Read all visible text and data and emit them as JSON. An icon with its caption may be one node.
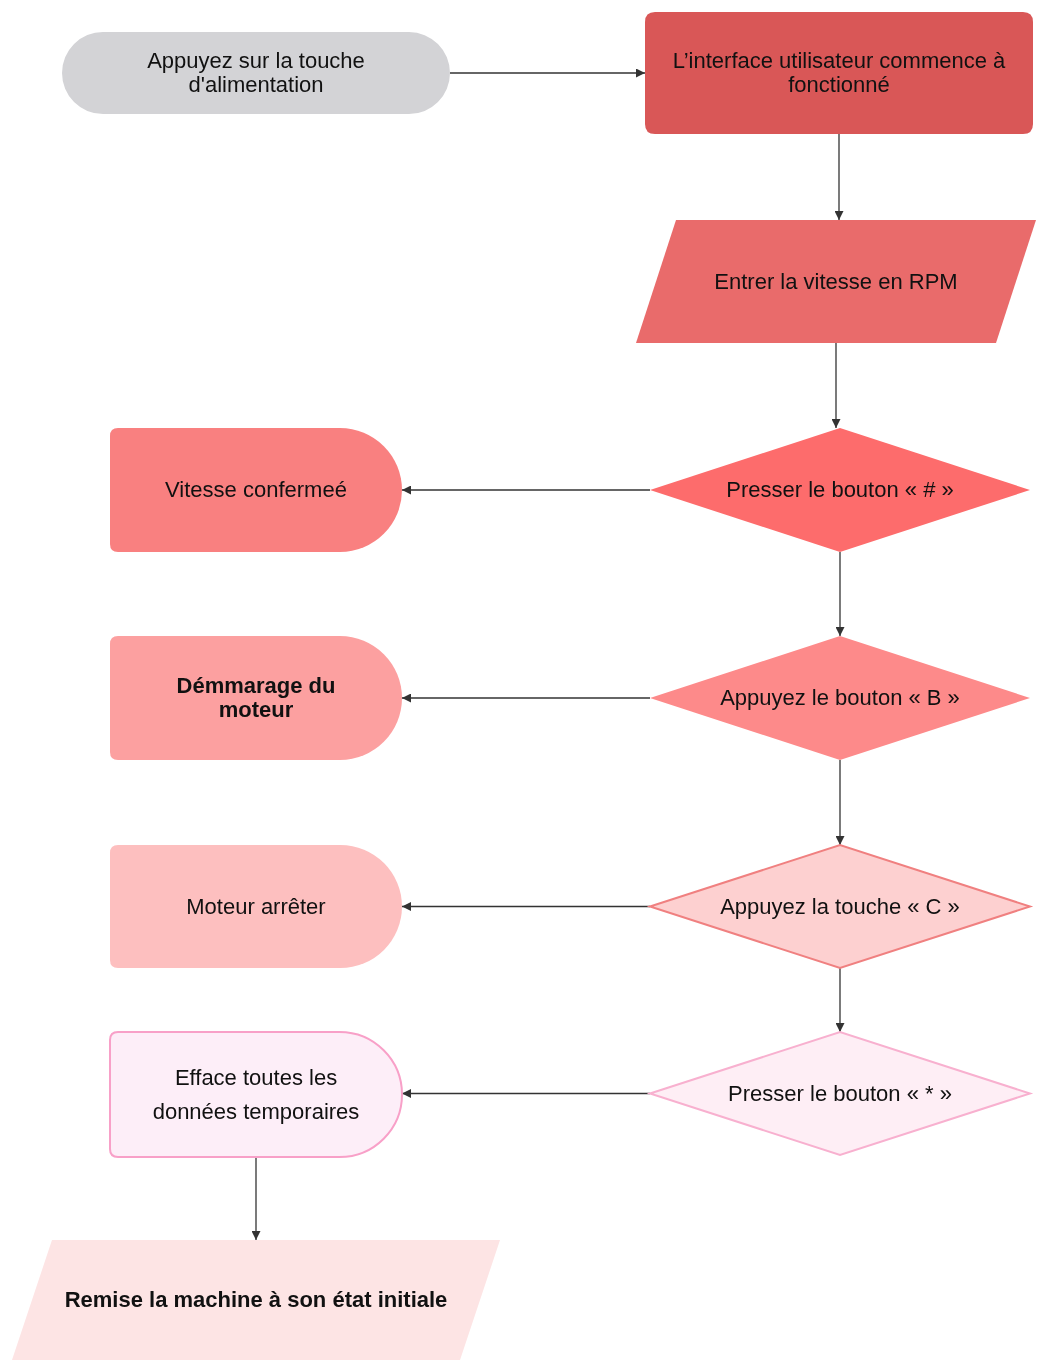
{
  "diagram": {
    "nodes": [
      {
        "text": [
          "Appuyez sur la touche d'alimentation"
        ]
      },
      {
        "text": [
          "L’interface utilisateur commence à fonctionné"
        ]
      },
      {
        "text": [
          "Entrer la vitesse en RPM"
        ]
      },
      {
        "text": [
          "Presser le bouton « # »"
        ]
      },
      {
        "text": [
          "Vitesse confermeé"
        ]
      },
      {
        "text": [
          "Appuyez le bouton « B »"
        ]
      },
      {
        "text": [
          "Démmarage du moteur"
        ]
      },
      {
        "text": [
          "Appuyez la touche « C »"
        ]
      },
      {
        "text": [
          "Moteur arrêter"
        ]
      },
      {
        "text": [
          "Presser le bouton « * »"
        ]
      },
      {
        "text": [
          "Efface toutes les données temporaires"
        ]
      },
      {
        "text": [
          "Remise la machine à son état initiale"
        ]
      }
    ],
    "edges": [
      {
        "from": 0,
        "to": 1,
        "arrow": "to"
      },
      {
        "from": 1,
        "to": 2,
        "arrow": "to"
      },
      {
        "from": 2,
        "to": 3,
        "arrow": "to"
      },
      {
        "from": 3,
        "to": 4,
        "arrow": "to"
      },
      {
        "from": 3,
        "to": 5,
        "arrow": "to"
      },
      {
        "from": 5,
        "to": 6,
        "arrow": "to"
      },
      {
        "from": 5,
        "to": 7,
        "arrow": "to"
      },
      {
        "from": 7,
        "to": 8,
        "arrow": "to"
      },
      {
        "from": 7,
        "to": 9,
        "arrow": "to"
      },
      {
        "from": 9,
        "to": 10,
        "arrow": "to"
      },
      {
        "from": 10,
        "to": 11,
        "arrow": "to"
      }
    ]
  }
}
